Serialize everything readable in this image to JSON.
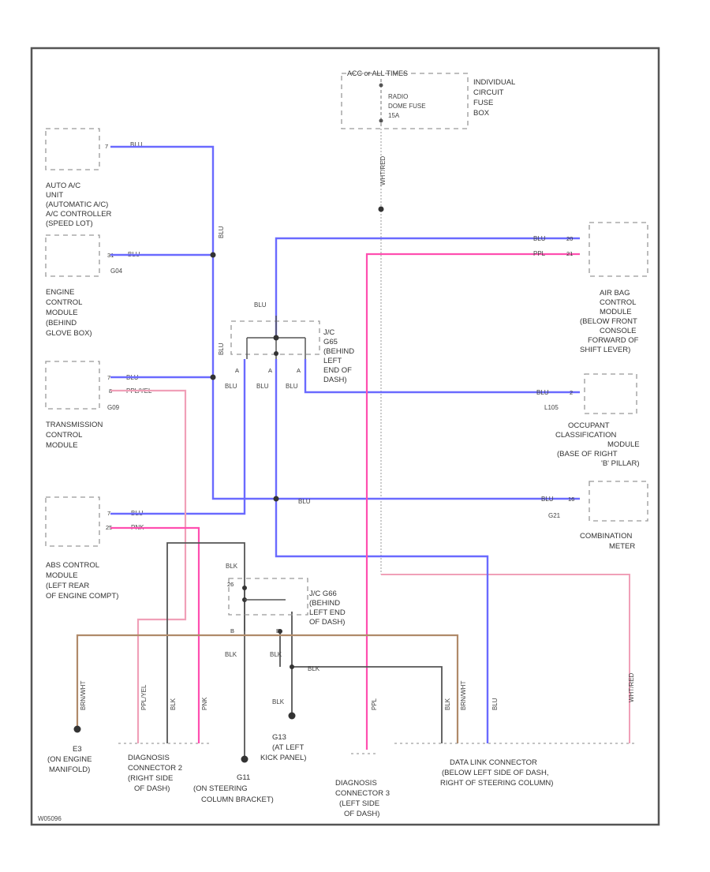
{
  "colors": {
    "frame": "#555555",
    "blu": "#6a6aff",
    "pnk": "#ff4fb0",
    "pnk_light": "#f0a0b8",
    "blk": "#555555",
    "brn": "#b08a6a",
    "wht_red": "#bbbbbb"
  },
  "top_box": {
    "title": "ACC or ALL TIMES",
    "fuse_label": [
      "RADIO",
      "DOME FUSE",
      "15A"
    ],
    "side_label": [
      "INDIVIDUAL",
      "CIRCUIT",
      "FUSE",
      "BOX"
    ],
    "wire": "WHT/RED"
  },
  "left_modules": {
    "auto_ac": {
      "label": [
        "AUTO A/C",
        "UNIT",
        "(AUTOMATIC A/C)",
        "A/C CONTROLLER",
        "(SPEED LOT)"
      ],
      "pin": "7",
      "wire": "BLU"
    },
    "ecm": {
      "label": [
        "ENGINE",
        "CONTROL",
        "MODULE",
        "(BEHIND",
        "GLOVE BOX)"
      ],
      "pin": "31",
      "wire": "BLU",
      "conn": "G04"
    },
    "tcm": {
      "label": [
        "TRANSMISSION",
        "CONTROL",
        "MODULE"
      ],
      "pin1": "7",
      "wire1": "BLU",
      "pin2": "8",
      "wire2": "PPL/YEL",
      "conn": "G09"
    },
    "abs": {
      "label": [
        "ABS CONTROL",
        "MODULE",
        "(LEFT REAR",
        "OF ENGINE COMPT)"
      ],
      "pin1": "7",
      "wire1": "BLU",
      "pin2": "25",
      "wire2": "PNK"
    }
  },
  "right_modules": {
    "airbag": {
      "label": [
        "AIR BAG",
        "CONTROL",
        "MODULE",
        "(BELOW FRONT",
        "CONSOLE",
        "FORWARD OF",
        "SHIFT LEVER)"
      ],
      "wire1": "BLU",
      "pin1": "20",
      "wire2": "PPL",
      "pin2": "21"
    },
    "occupant": {
      "label": [
        "OCCUPANT",
        "CLASSIFICATION",
        "MODULE",
        "(BASE OF RIGHT",
        "'B' PILLAR)"
      ],
      "wire": "BLU",
      "pin": "2",
      "conn": "L105"
    },
    "meter": {
      "label": [
        "COMBINATION",
        "METER"
      ],
      "wire": "BLU",
      "pin": "16",
      "conn": "G21"
    }
  },
  "jc": {
    "jc_upper": {
      "label": [
        "J/C",
        "G65",
        "(BEHIND",
        "LEFT",
        "END OF",
        "DASH)"
      ],
      "top_wire": "BLU",
      "pins": [
        "A",
        "A",
        "A"
      ],
      "wires": [
        "BLU",
        "BLU",
        "BLU"
      ]
    },
    "jc_lower": {
      "label": [
        "J/C G66",
        "(BEHIND",
        "LEFT END",
        "OF DASH)"
      ],
      "top_wire": "BLK",
      "pin_top": "26",
      "pins": [
        "B",
        "B"
      ],
      "wires": [
        "BLK",
        "BLK"
      ]
    }
  },
  "trunk_wires": {
    "left_vertical_1": "BLU",
    "left_vertical_2": "BLU",
    "meter_run": "BLU"
  },
  "bottom": {
    "e3": {
      "label": [
        "E3",
        "(ON ENGINE",
        "MANIFOLD)"
      ],
      "wire": "BRN/WHT"
    },
    "dlc2": {
      "label": [
        "DIAGNOSIS",
        "CONNECTOR 2",
        "(RIGHT SIDE",
        "OF DASH)"
      ],
      "wires": [
        "PPL/YEL",
        "BLK",
        "PNK"
      ]
    },
    "g11": {
      "label": [
        "G11",
        "(ON STEERING",
        "COLUMN BRACKET)"
      ]
    },
    "g13": {
      "label": [
        "G13",
        "(AT LEFT",
        "KICK PANEL)"
      ],
      "wire": "BLK",
      "wire2": "BLK"
    },
    "dlc3": {
      "label": [
        "DIAGNOSIS",
        "CONNECTOR 3",
        "(LEFT SIDE",
        "OF DASH)"
      ],
      "wire": "PPL"
    },
    "dlc": {
      "label": [
        "DATA LINK CONNECTOR",
        "(BELOW LEFT SIDE OF DASH,",
        "RIGHT OF STEERING COLUMN)"
      ],
      "wires": [
        "BLK",
        "BRN/WHT",
        "BLU",
        "WHT/RED"
      ]
    }
  },
  "footer_code": "W05096"
}
